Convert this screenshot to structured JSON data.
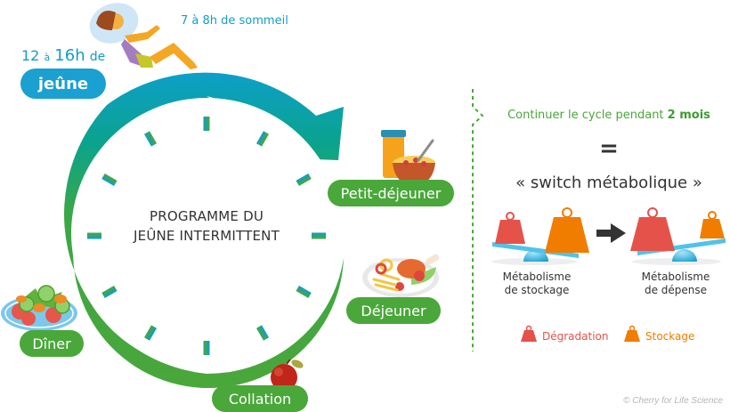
{
  "sleep": {
    "label": "7 à 8h de sommeil"
  },
  "fasting": {
    "prefix_number": "12",
    "prefix_a": "à",
    "prefix_hours": "16h",
    "prefix_de": "de",
    "badge": "jeûne"
  },
  "center": {
    "line1": "PROGRAMME DU",
    "line2": "JEÛNE INTERMITTENT"
  },
  "meals": [
    {
      "id": "petit-dejeuner",
      "label": "Petit-déjeuner",
      "icon": "breakfast-icon"
    },
    {
      "id": "dejeuner",
      "label": "Déjeuner",
      "icon": "lunch-plate-icon"
    },
    {
      "id": "collation",
      "label": "Collation",
      "icon": "apple-icon"
    },
    {
      "id": "diner",
      "label": "Dîner",
      "icon": "salad-plate-icon"
    }
  ],
  "right": {
    "cycle_text": "Continuer le cycle pendant ",
    "cycle_bold": "2 mois",
    "equals": "=",
    "switch": "« switch métabolique »",
    "before_caption_1": "Métabolisme",
    "before_caption_2": "de stockage",
    "after_caption_1": "Métabolisme",
    "after_caption_2": "de dépense"
  },
  "legend": [
    {
      "label": "Dégradation",
      "color": "#e5524a"
    },
    {
      "label": "Stockage",
      "color": "#f07d00"
    }
  ],
  "colors": {
    "green": "#4aa73a",
    "teal": "#139dc6",
    "red_weight": "#e5524a",
    "orange_weight": "#f07d00"
  },
  "copyright": "© Cherry for Life Science"
}
